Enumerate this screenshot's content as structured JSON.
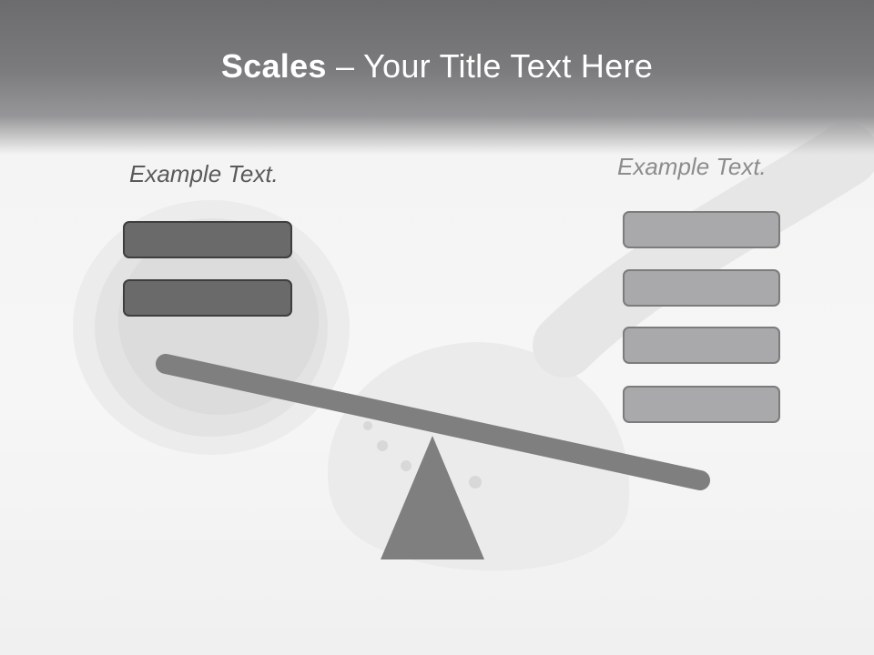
{
  "title": {
    "bold": "Scales",
    "rest": " – Your Title Text Here"
  },
  "left_group": {
    "label": "Example Text.",
    "boxes": [
      "",
      ""
    ]
  },
  "right_group": {
    "label": "Example Text.",
    "boxes": [
      "",
      "",
      "",
      ""
    ]
  },
  "colors": {
    "title_bar": "#6c6b6d",
    "dark_box": "#6a6a6a",
    "light_box": "#a9a8aa",
    "beam": "#7f7f7f"
  }
}
